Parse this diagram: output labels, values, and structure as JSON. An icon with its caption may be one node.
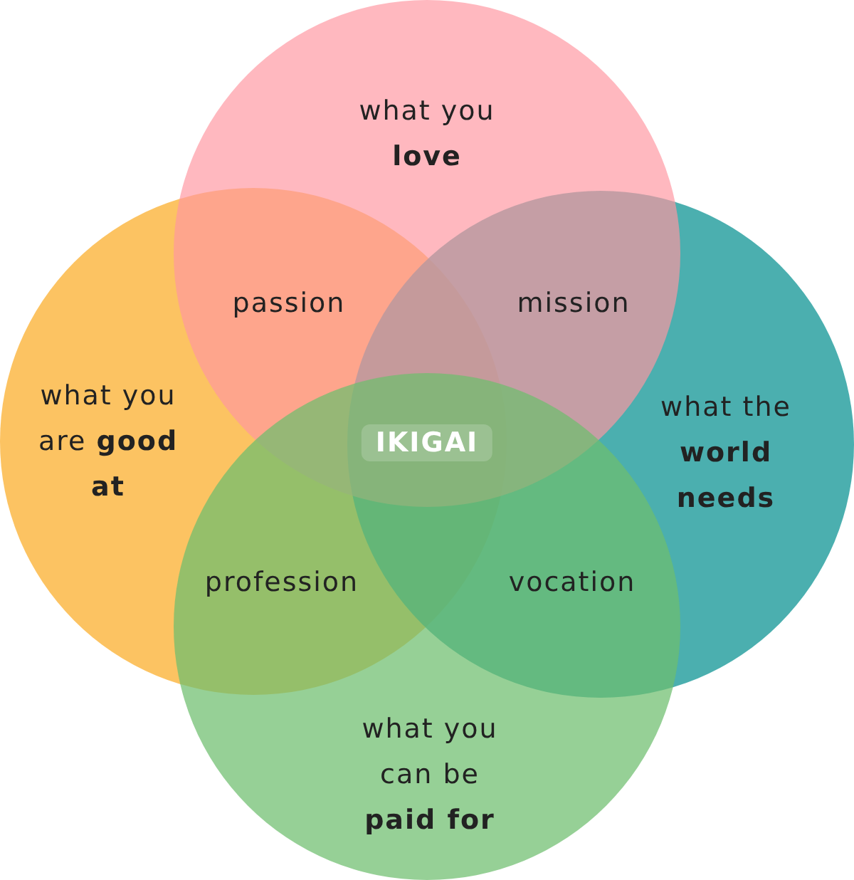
{
  "diagram": {
    "nodes": [
      {
        "text": [
          "what you **love**"
        ]
      },
      {
        "text": [
          "what you are **good at**"
        ]
      },
      {
        "text": [
          "what the **world needs**"
        ]
      },
      {
        "text": [
          "what you can be **paid for**"
        ]
      }
    ],
    "labels": [
      "passion",
      "mission",
      "IKIGAI",
      "profession",
      "vocation"
    ]
  }
}
